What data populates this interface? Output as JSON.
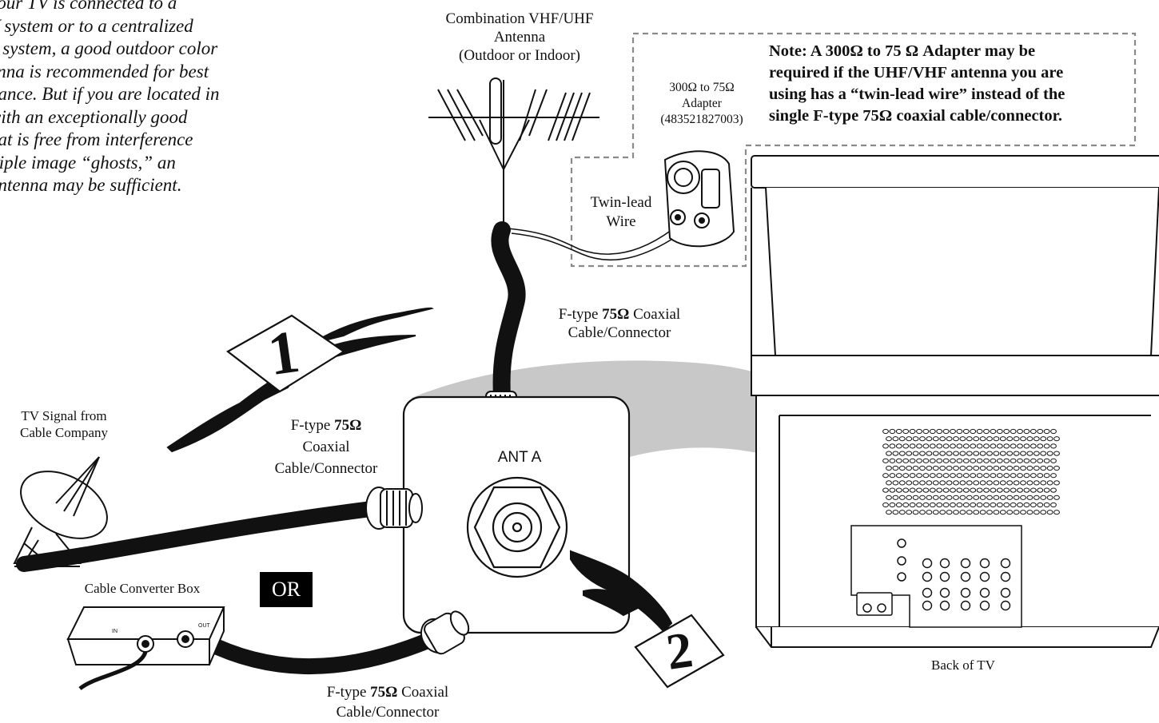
{
  "intro": {
    "lines": [
      "your TV is connected to a",
      "V system or to a centralized",
      "a system, a good outdoor color",
      "enna is recommended for best",
      "nance. But if you are located in",
      "with an exceptionally good",
      "hat is free from interference",
      "ltiple image “ghosts,” an",
      "antenna may be sufficient."
    ]
  },
  "antenna": {
    "label_lines": [
      "Combination VHF/UHF",
      "Antenna",
      "(Outdoor or Indoor)"
    ]
  },
  "adapter": {
    "label_lines": [
      "300Ω to 75Ω",
      "Adapter",
      "(483521827003)"
    ]
  },
  "note": {
    "lines": [
      "Note: A 300Ω to 75 Ω Adapter may be",
      "required if the UHF/VHF antenna you are",
      "using has a “twin-lead wire” instead of the",
      "single F-type 75Ω coaxial cable/connector."
    ]
  },
  "twin_lead": {
    "lines": [
      "Twin-lead",
      "Wire"
    ]
  },
  "cable_top": {
    "prefix": "F-type ",
    "bold": "75Ω",
    "suffix": " Coaxial",
    "line2": "Cable/Connector"
  },
  "cable_left": {
    "line1_prefix": "F-type ",
    "line1_bold": "75Ω",
    "line2": "Coaxial",
    "line3": "Cable/Connector"
  },
  "cable_bottom": {
    "prefix": "F-type ",
    "bold": "75Ω",
    "suffix": " Coaxial",
    "line2": "Cable/Connector"
  },
  "tv_signal": {
    "lines": [
      "TV Signal from",
      "Cable Company"
    ]
  },
  "converter": {
    "label": "Cable Converter Box",
    "in": "IN",
    "out": "OUT"
  },
  "or_label": "OR",
  "ant_a": "ANT A",
  "back_of_tv": "Back of TV",
  "steps": {
    "one": "1",
    "two": "2"
  },
  "colors": {
    "ink": "#111111",
    "callout_gray": "#c8c8c8",
    "dash": "#8a8a8a"
  }
}
